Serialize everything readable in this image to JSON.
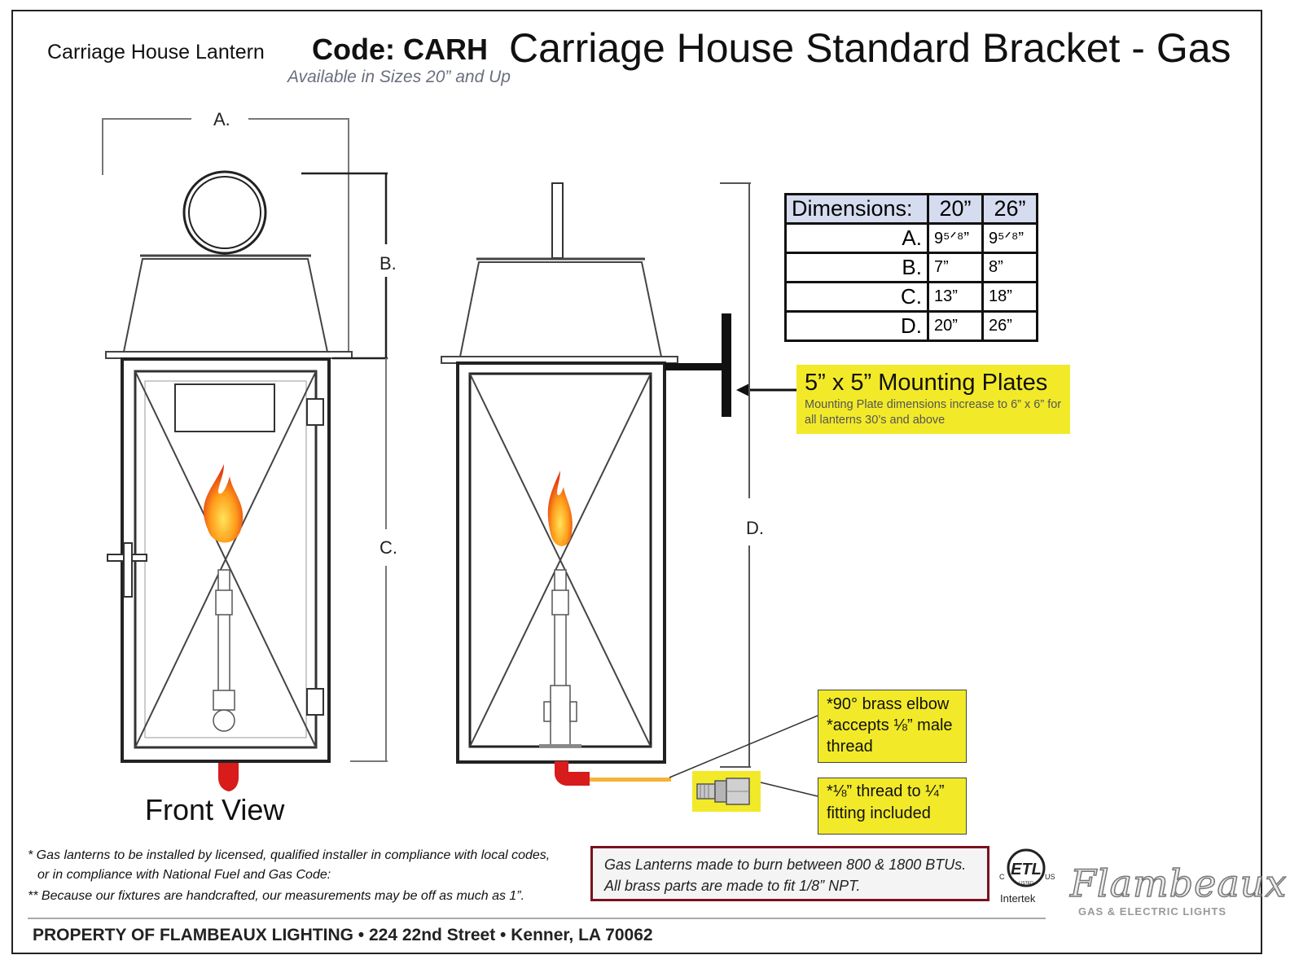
{
  "header": {
    "product_name": "Carriage House Lantern",
    "code": "Code: CARH",
    "sizes_note": "Available in Sizes 20” and Up",
    "title": "Carriage House Standard Bracket - Gas"
  },
  "dimension_labels": {
    "a": "A.",
    "b": "B.",
    "c": "C.",
    "d": "D."
  },
  "views": {
    "front_label": "Front View"
  },
  "dimensions_table": {
    "header": [
      "Dimensions:",
      "20”",
      "26”"
    ],
    "rows": [
      {
        "label": "A.",
        "v20": "9⁵ᐟ⁸”",
        "v26": "9⁵ᐟ⁸”"
      },
      {
        "label": "B.",
        "v20": "7”",
        "v26": "8”"
      },
      {
        "label": "C.",
        "v20": "13”",
        "v26": "18”"
      },
      {
        "label": "D.",
        "v20": "20”",
        "v26": "26”"
      }
    ]
  },
  "mounting": {
    "title": "5” x 5” Mounting Plates",
    "note": "Mounting Plate dimensions increase to 6” x 6” for all lanterns 30’s and above"
  },
  "callouts": {
    "elbow": [
      "*90° brass elbow",
      "*accepts ⅛” male",
      "  thread"
    ],
    "fitting": [
      "*⅛” thread to ¼”",
      "  fitting included"
    ]
  },
  "notes": {
    "line1": "* Gas lanterns to be installed by licensed, qualified installer in compliance with local codes,",
    "line2": "or in compliance with National Fuel and Gas Code:",
    "line3": "** Because our fixtures are handcrafted, our measurements may be off as much as 1”."
  },
  "btu": {
    "line1": "Gas Lanterns made to burn between 800 & 1800 BTUs.",
    "line2": "All brass parts are made to fit 1/8” NPT."
  },
  "certification": {
    "mark": "ETL",
    "c": "C",
    "us": "US",
    "listed": "LISTED",
    "label": "Intertek"
  },
  "brand": {
    "name": "Flambeaux",
    "tagline": "GAS & ELECTRIC LIGHTS"
  },
  "footer": "PROPERTY OF FLAMBEAUX LIGHTING • 224 22nd Street • Kenner, LA 70062",
  "colors": {
    "callout_yellow": "#f2ea29",
    "table_header": "#d6dcef",
    "btu_border": "#7a1220",
    "elbow_red": "#d81b1b",
    "gas_line": "#f4b43a"
  }
}
